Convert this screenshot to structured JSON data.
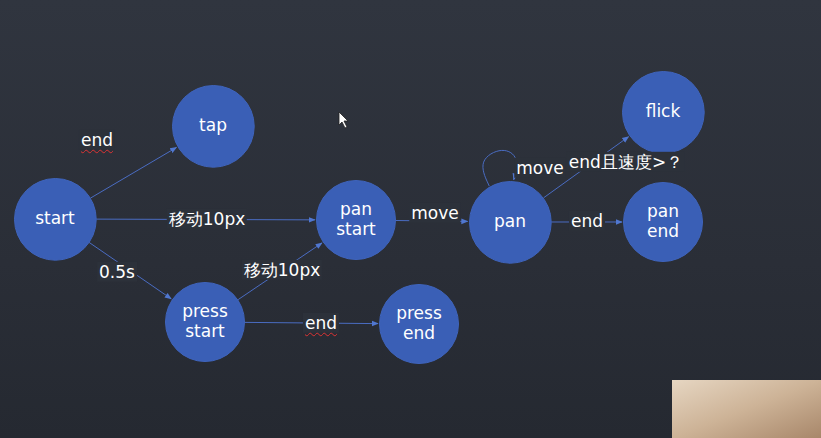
{
  "diagram": {
    "nodes": [
      {
        "text": [
          "start"
        ]
      },
      {
        "text": [
          "tap"
        ]
      },
      {
        "text": [
          "pan start"
        ]
      },
      {
        "text": [
          "pan"
        ]
      },
      {
        "text": [
          "flick"
        ]
      },
      {
        "text": [
          "pan end"
        ]
      },
      {
        "text": [
          "press start"
        ]
      },
      {
        "text": [
          "press end"
        ]
      }
    ],
    "edges": [
      {
        "from": 0,
        "to": 1,
        "arrow": "to",
        "label": "end"
      },
      {
        "from": 0,
        "to": 2,
        "arrow": "to",
        "label": "移动10px"
      },
      {
        "from": 0,
        "to": 6,
        "arrow": "to",
        "label": "0.5s"
      },
      {
        "from": 6,
        "to": 2,
        "arrow": "to",
        "label": "移动10px"
      },
      {
        "from": 6,
        "to": 7,
        "arrow": "to",
        "label": "end"
      },
      {
        "from": 2,
        "to": 3,
        "arrow": "to",
        "label": "move"
      },
      {
        "from": 3,
        "to": 3,
        "arrow": "to",
        "label": "move"
      },
      {
        "from": 3,
        "to": 4,
        "arrow": "to",
        "label": "end且速度>？"
      },
      {
        "from": 3,
        "to": 5,
        "arrow": "to",
        "label": "end"
      }
    ]
  }
}
